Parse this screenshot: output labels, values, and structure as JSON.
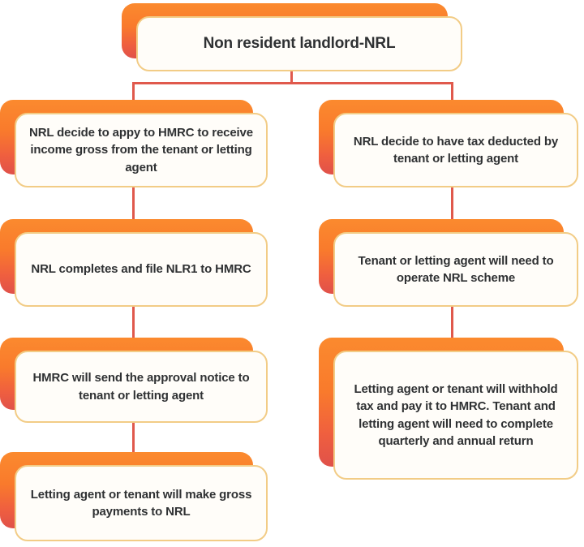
{
  "diagram": {
    "type": "flowchart",
    "title_node": {
      "id": "nrl-root",
      "text": "Non resident landlord-NRL"
    },
    "branches": [
      {
        "id": "branch-gross",
        "side": "left",
        "nodes": [
          {
            "id": "left-1",
            "text": "NRL decide to appy to HMRC to receive income gross from the tenant or letting agent"
          },
          {
            "id": "left-2",
            "text": "NRL completes and file NLR1 to HMRC"
          },
          {
            "id": "left-3",
            "text": "HMRC will send the approval notice to tenant or letting agent"
          },
          {
            "id": "left-4",
            "text": "Letting agent or tenant will make gross payments to NRL"
          }
        ]
      },
      {
        "id": "branch-deducted",
        "side": "right",
        "nodes": [
          {
            "id": "right-1",
            "text": "NRL decide to have tax deducted by tenant or letting agent"
          },
          {
            "id": "right-2",
            "text": "Tenant or letting agent will need to operate NRL scheme"
          },
          {
            "id": "right-3",
            "text": "Letting agent or tenant will withhold tax and pay it to HMRC. Tenant and letting agent will need to complete quarterly and annual return"
          }
        ]
      }
    ],
    "colors": {
      "slab_top": "#fb8a2e",
      "slab_bottom": "#e0514a",
      "card_fill": "#fffdf9",
      "card_border": "#f2cc86",
      "connector": "#e0594c",
      "text": "#2f3133",
      "background": "#ffffff"
    }
  }
}
